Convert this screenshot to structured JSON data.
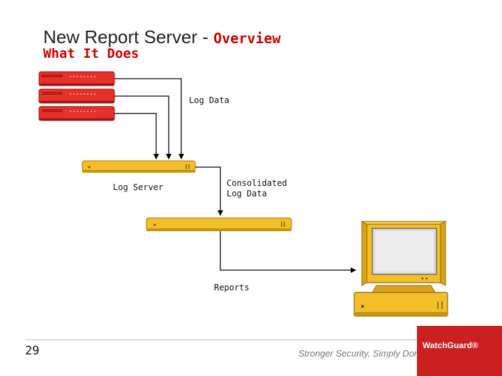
{
  "slide": {
    "title": "New Report Server -",
    "title_accent": "Overview",
    "subtitle": "What It Does",
    "page_number": "29",
    "tagline": "Stronger Security, Simply Done™",
    "brand": "WatchGuard®"
  },
  "diagram": {
    "log_data_label": "Log Data",
    "log_server_label": "Log Server",
    "consolidated_line1": "Consolidated",
    "consolidated_line2": "Log Data",
    "reports_label": "Reports"
  },
  "colors": {
    "firebox_red": "#e8302a",
    "server_yellow": "#f2bf2a",
    "accent_red": "#cc0000",
    "line": "#000000"
  }
}
